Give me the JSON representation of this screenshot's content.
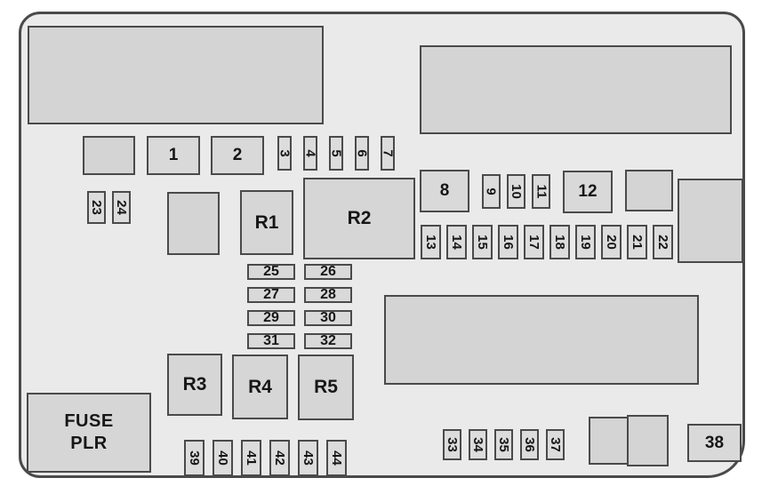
{
  "fuse_block": {
    "fuse_plr": {
      "line1": "FUSE",
      "line2": "PLR"
    },
    "relays": {
      "r1": "R1",
      "r2": "R2",
      "r3": "R3",
      "r4": "R4",
      "r5": "R5"
    },
    "fuses": {
      "f1": "1",
      "f2": "2",
      "f3": "3",
      "f4": "4",
      "f5": "5",
      "f6": "6",
      "f7": "7",
      "f8": "8",
      "f9": "9",
      "f10": "10",
      "f11": "11",
      "f12": "12",
      "f13": "13",
      "f14": "14",
      "f15": "15",
      "f16": "16",
      "f17": "17",
      "f18": "18",
      "f19": "19",
      "f20": "20",
      "f21": "21",
      "f22": "22",
      "f23": "23",
      "f24": "24",
      "f25": "25",
      "f26": "26",
      "f27": "27",
      "f28": "28",
      "f29": "29",
      "f30": "30",
      "f31": "31",
      "f32": "32",
      "f33": "33",
      "f34": "34",
      "f35": "35",
      "f36": "36",
      "f37": "37",
      "f38": "38",
      "f39": "39",
      "f40": "40",
      "f41": "41",
      "f42": "42",
      "f43": "43",
      "f44": "44"
    }
  }
}
